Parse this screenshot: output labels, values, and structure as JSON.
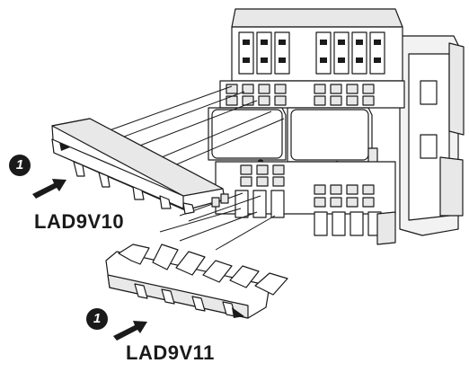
{
  "labels": {
    "upper_part": "LAD9V10",
    "lower_part": "LAD9V11"
  },
  "callouts": {
    "upper_marker": "1",
    "lower_marker": "1"
  },
  "colors": {
    "stroke": "#1a1a1a",
    "fill": "#ffffff",
    "shade": "#e8e8e8"
  }
}
